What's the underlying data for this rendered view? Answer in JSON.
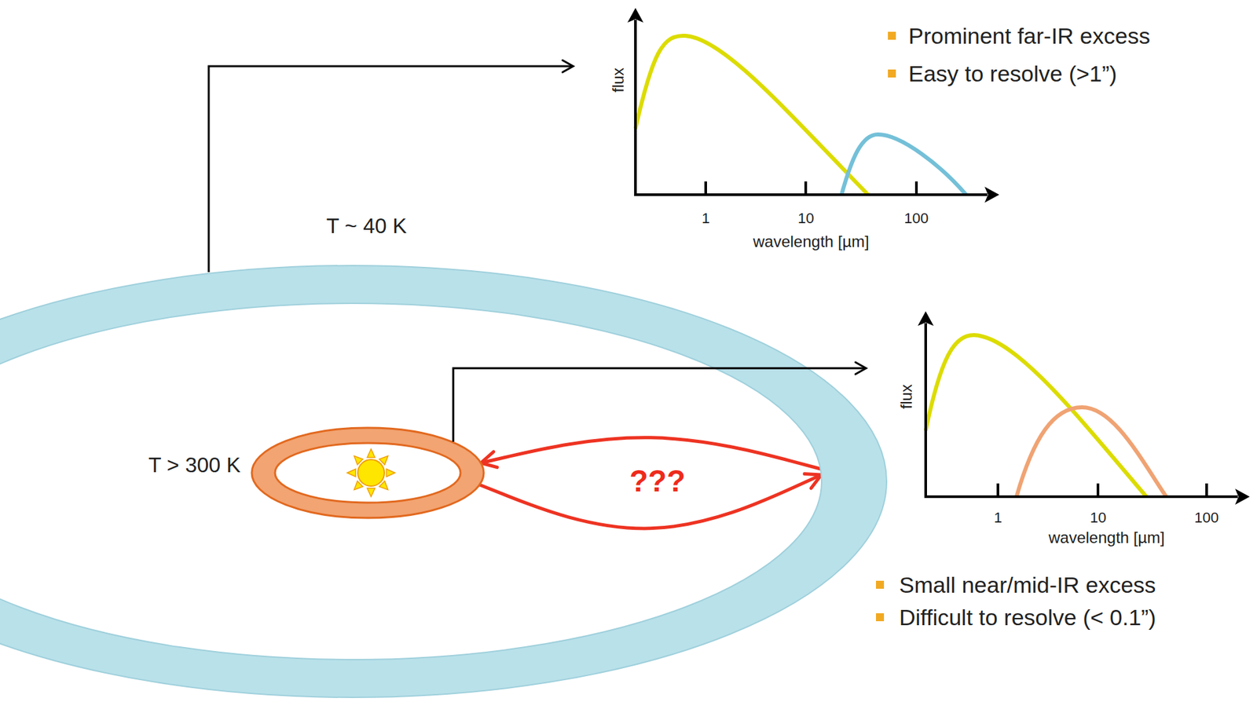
{
  "diagram": {
    "nodes": [
      {
        "text": [
          "T ~ 40 K"
        ]
      },
      {
        "text": [
          "T > 300 K"
        ],
        "in": 0
      }
    ],
    "edges": [
      {
        "from": 0,
        "to": 1,
        "arrow": "to"
      },
      {
        "from": 1,
        "to": 0,
        "arrow": "to"
      }
    ],
    "labels": [
      "flux",
      "1",
      "10",
      "100",
      "wavelength [µm]",
      "Prominent far-IR excess",
      "Easy to resolve (>1”)",
      "flux",
      "1",
      "10",
      "100",
      "wavelength [µm]",
      "Small near/mid-IR excess",
      "Difficult to resolve (< 0.1”)",
      "???"
    ]
  }
}
